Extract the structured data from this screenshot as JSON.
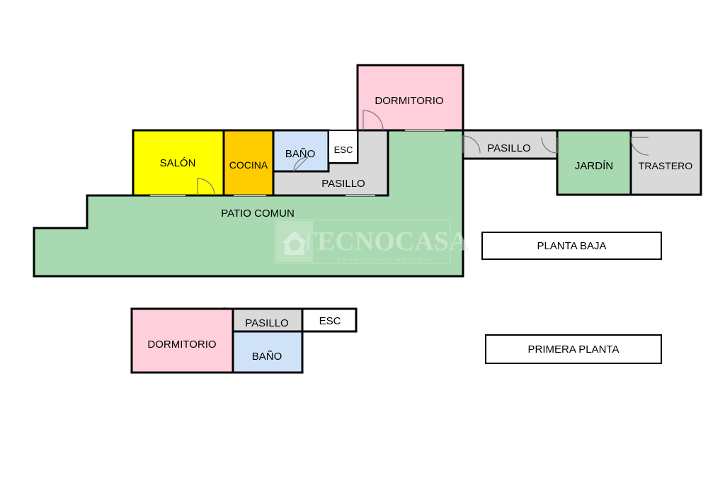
{
  "watermark": {
    "brand": "TECNOCASA",
    "tagline": "FRANCHISING NETWORK"
  },
  "legends": {
    "planta_baja": "PLANTA BAJA",
    "primera_planta": "PRIMERA PLANTA"
  },
  "colors": {
    "salon": "#ffff00",
    "cocina": "#ffcc00",
    "bano": "#cfe2f7",
    "dormitorio": "#ffd0dc",
    "patio": "#a8d9b0",
    "jardin": "#a8d9b0",
    "pasillo": "#d9d9d9",
    "trastero": "#d9d9d9",
    "esc": "#ffffff"
  },
  "ground_floor": {
    "salon": "SALÓN",
    "cocina": "COCINA",
    "bano": "BAÑO",
    "esc": "ESC",
    "pasillo_inner": "PASILLO",
    "dormitorio": "DORMITORIO",
    "pasillo_east": "PASILLO",
    "jardin": "JARDÍN",
    "trastero": "TRASTERO",
    "patio": "PATIO COMUN"
  },
  "first_floor": {
    "dormitorio": "DORMITORIO",
    "pasillo": "PASILLO",
    "esc": "ESC",
    "bano": "BAÑO"
  }
}
